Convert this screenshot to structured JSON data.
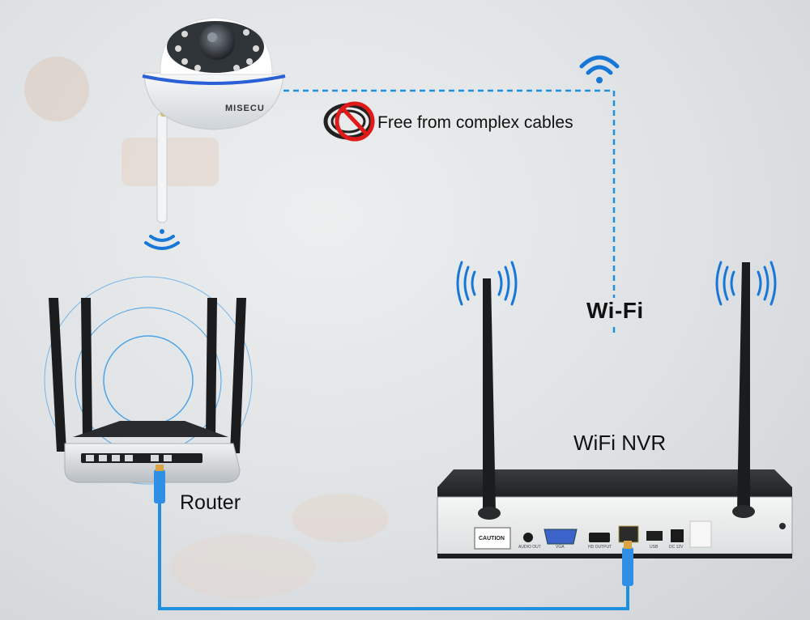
{
  "labels": {
    "cables": "Free from complex cables",
    "wifi": "Wi-Fi",
    "nvr": "WiFi NVR",
    "router": "Router",
    "camera_brand": "MISECU",
    "caution": "CAUTION"
  },
  "nvr_ports": [
    "AUDIO OUT",
    "VGA",
    "HD OUTPUT",
    "USB",
    "DC 12V"
  ],
  "colors": {
    "link_blue": "#1f8fe0",
    "signal_blue": "#1677d8",
    "nvr_body": "#2d2e30",
    "nvr_panel": "#eceded",
    "router_body": "#e9ebed",
    "antenna": "#222222"
  },
  "icons": [
    "wifi-signal-icon",
    "no-cables-icon",
    "ethernet-plug-icon"
  ]
}
